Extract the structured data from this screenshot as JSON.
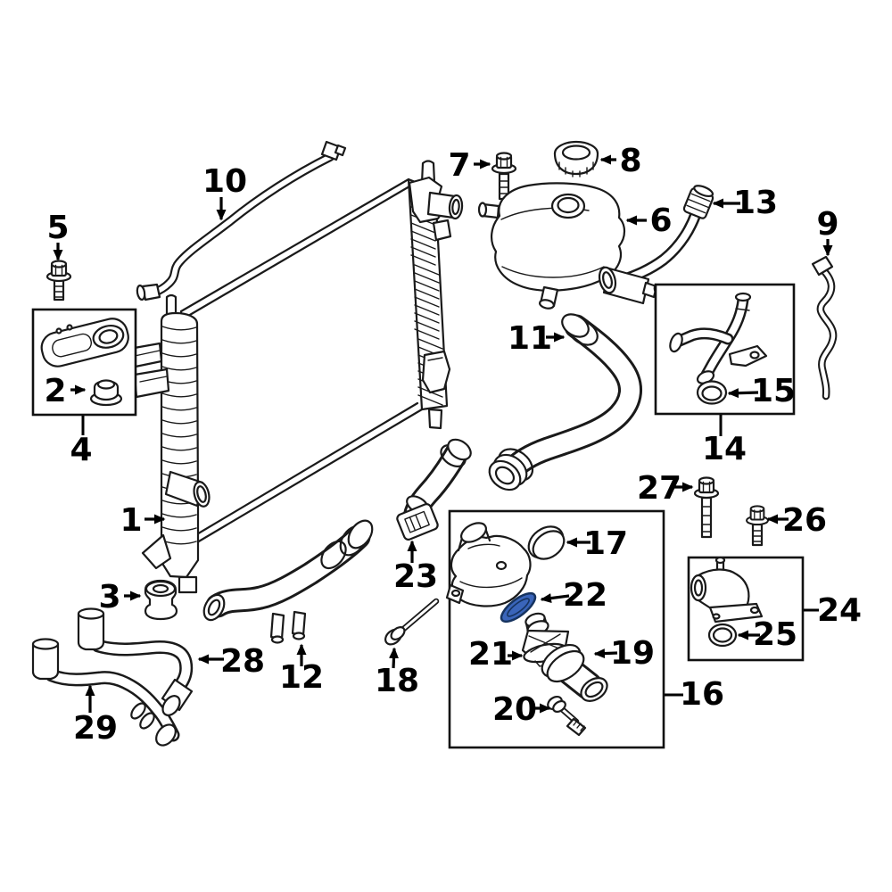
{
  "colors": {
    "line": "#1a1a1a",
    "label": "#000000",
    "background": "#ffffff",
    "highlight": "#3a65ba",
    "highlight_outline": "#16335f"
  },
  "highlight": {
    "callout": "22"
  },
  "callouts": {
    "c1": "1",
    "c2": "2",
    "c3": "3",
    "c4": "4",
    "c5": "5",
    "c6": "6",
    "c7": "7",
    "c8": "8",
    "c9": "9",
    "c10": "10",
    "c11": "11",
    "c12": "12",
    "c13": "13",
    "c14": "14",
    "c15": "15",
    "c16": "16",
    "c17": "17",
    "c18": "18",
    "c19": "19",
    "c20": "20",
    "c21": "21",
    "c22": "22",
    "c23": "23",
    "c24": "24",
    "c25": "25",
    "c26": "26",
    "c27": "27",
    "c28": "28",
    "c29": "29"
  }
}
